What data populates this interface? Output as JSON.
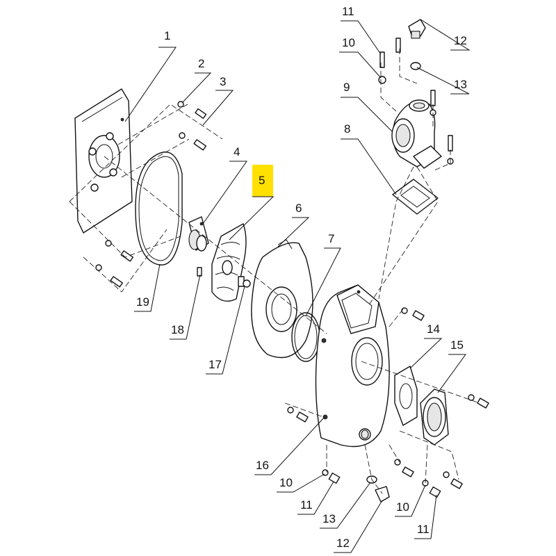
{
  "highlight_color": "#ffe000",
  "callouts": [
    {
      "id": "c1",
      "text": "1"
    },
    {
      "id": "c2",
      "text": "2"
    },
    {
      "id": "c3",
      "text": "3"
    },
    {
      "id": "c4",
      "text": "4"
    },
    {
      "id": "c5",
      "text": "5",
      "highlighted": true
    },
    {
      "id": "c6",
      "text": "6"
    },
    {
      "id": "c7",
      "text": "7"
    },
    {
      "id": "c8",
      "text": "8"
    },
    {
      "id": "c9",
      "text": "9"
    },
    {
      "id": "c10a",
      "text": "10"
    },
    {
      "id": "c11a",
      "text": "11"
    },
    {
      "id": "c12a",
      "text": "12"
    },
    {
      "id": "c13a",
      "text": "13"
    },
    {
      "id": "c14",
      "text": "14"
    },
    {
      "id": "c15",
      "text": "15"
    },
    {
      "id": "c16",
      "text": "16"
    },
    {
      "id": "c17",
      "text": "17"
    },
    {
      "id": "c18",
      "text": "18"
    },
    {
      "id": "c19",
      "text": "19"
    },
    {
      "id": "c10b",
      "text": "10"
    },
    {
      "id": "c11b",
      "text": "11"
    },
    {
      "id": "c13b",
      "text": "13"
    },
    {
      "id": "c12b",
      "text": "12"
    },
    {
      "id": "c10c",
      "text": "10"
    },
    {
      "id": "c11c",
      "text": "11"
    }
  ]
}
